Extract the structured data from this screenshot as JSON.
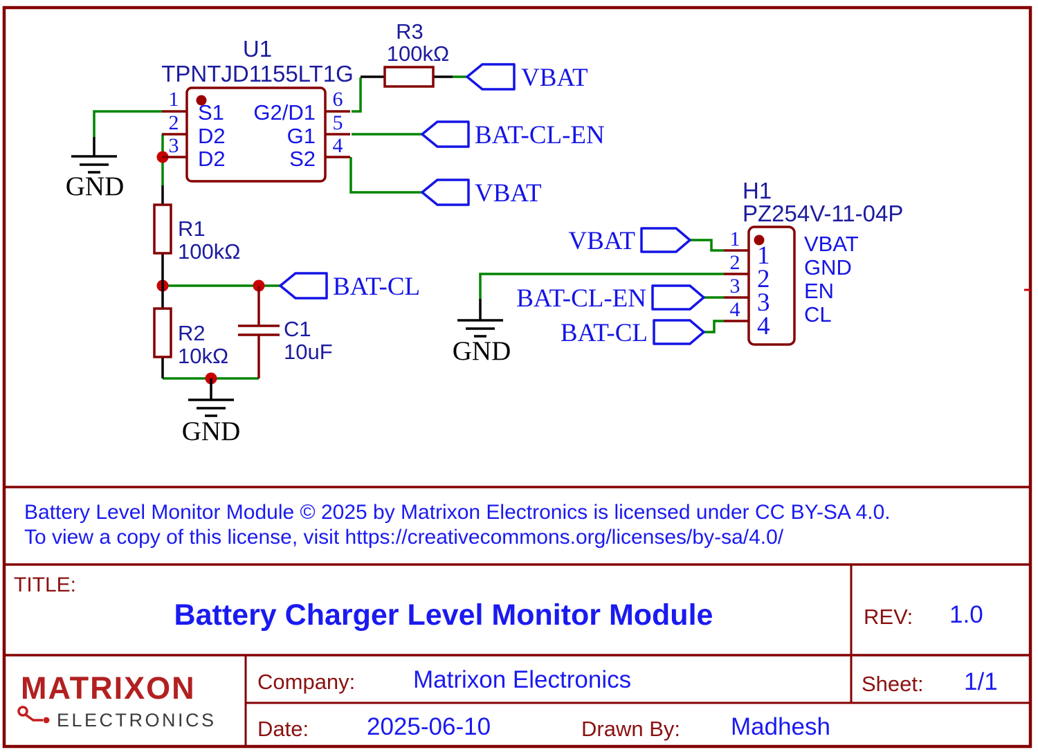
{
  "nets": {
    "vbat": "VBAT",
    "bat_cl": "BAT-CL",
    "bat_cl_en": "BAT-CL-EN",
    "gnd": "GND"
  },
  "components": {
    "u1": {
      "ref": "U1",
      "value": "TPNTJD1155LT1G",
      "pins": {
        "p1": {
          "num": "1",
          "name": "S1"
        },
        "p2": {
          "num": "2",
          "name": "D2"
        },
        "p3": {
          "num": "3",
          "name": "D2"
        },
        "p4": {
          "num": "4",
          "name": "S2"
        },
        "p5": {
          "num": "5",
          "name": "G1"
        },
        "p6": {
          "num": "6",
          "name": "G2/D1"
        }
      }
    },
    "r1": {
      "ref": "R1",
      "value": "100kΩ"
    },
    "r2": {
      "ref": "R2",
      "value": "10kΩ"
    },
    "r3": {
      "ref": "R3",
      "value": "100kΩ"
    },
    "c1": {
      "ref": "C1",
      "value": "10uF"
    },
    "h1": {
      "ref": "H1",
      "value": "PZ254V-11-04P",
      "pins": {
        "p1": {
          "num": "1",
          "name": "VBAT"
        },
        "p2": {
          "num": "2",
          "name": "GND"
        },
        "p3": {
          "num": "3",
          "name": "EN"
        },
        "p4": {
          "num": "4",
          "name": "CL"
        }
      }
    }
  },
  "license": {
    "line1": "Battery Level Monitor Module © 2025 by Matrixon Electronics is licensed under CC BY-SA 4.0.",
    "line2": "To view a copy of this license, visit https://creativecommons.org/licenses/by-sa/4.0/"
  },
  "title_block": {
    "title_label": "TITLE:",
    "title": "Battery Charger Level Monitor Module",
    "rev_label": "REV:",
    "rev": "1.0",
    "sheet_label": "Sheet:",
    "sheet": "1/1",
    "company_label": "Company:",
    "company": "Matrixon Electronics",
    "date_label": "Date:",
    "date": "2025-06-10",
    "drawn_by_label": "Drawn By:",
    "drawn_by": "Madhesh",
    "logo_name": "MATRIXON",
    "logo_sub": "ELECTRONICS"
  },
  "colors": {
    "sheet_line": "#840000",
    "wire_green": "#008400",
    "schematic_blue": "#1414e6",
    "ref_navy": "#1b1b9e",
    "doc_blue": "#1a1af0",
    "label_red": "#8b1010",
    "junction_red": "#c80000",
    "logo_red": "#b22020",
    "logo_gray": "#3a3a3a"
  }
}
